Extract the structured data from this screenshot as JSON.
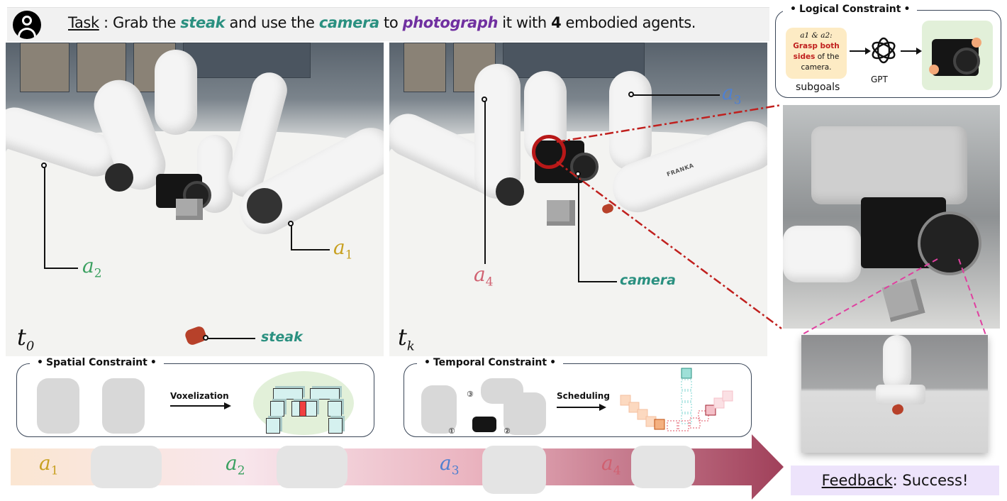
{
  "task": {
    "label": "Task",
    "text_parts": [
      " : Grab the ",
      "steak",
      " and use the ",
      "camera",
      " to ",
      "photograph",
      " it with ",
      "4",
      " embodied agents."
    ],
    "avatar_icon": "user-avatar-icon"
  },
  "scene_t0": {
    "time_label": "t",
    "time_sub": "0",
    "agents": [
      {
        "name": "a",
        "sub": "1",
        "color": "#c8a020"
      },
      {
        "name": "a",
        "sub": "2",
        "color": "#3aa060"
      }
    ],
    "object_label": "steak"
  },
  "scene_tk": {
    "time_label": "t",
    "time_sub": "k",
    "agents": [
      {
        "name": "a",
        "sub": "3",
        "color": "#5080d0"
      },
      {
        "name": "a",
        "sub": "4",
        "color": "#d06070"
      }
    ],
    "object_label": "camera",
    "robot_brand": "FRANKA"
  },
  "logical": {
    "title": "Logical Constraint",
    "subgoal_agents": "a1 & a2:",
    "subgoal_red": "Grasp both sides",
    "subgoal_rest": "of the camera.",
    "subgoals_label": "subgoals",
    "model_label": "GPT",
    "model_icon": "openai-logo-icon"
  },
  "spatial": {
    "title": "Spatial Constraint",
    "process": "Voxelization"
  },
  "temporal": {
    "title": "Temporal Constraint",
    "process": "Scheduling",
    "steps": [
      "①",
      "②",
      "③"
    ]
  },
  "timeline": {
    "agents": [
      {
        "name": "a",
        "sub": "1",
        "color": "#c8a020"
      },
      {
        "name": "a",
        "sub": "2",
        "color": "#3aa060"
      },
      {
        "name": "a",
        "sub": "3",
        "color": "#5080d0"
      },
      {
        "name": "a",
        "sub": "4",
        "color": "#d06070"
      }
    ]
  },
  "feedback": {
    "label": "Feedback",
    "value": ": Success!"
  },
  "colors": {
    "teal": "#2a9080",
    "purple": "#7030a0",
    "red_dash": "#c0201e",
    "pink_dash": "#e040a0",
    "arrow_end": "#a0405a"
  }
}
